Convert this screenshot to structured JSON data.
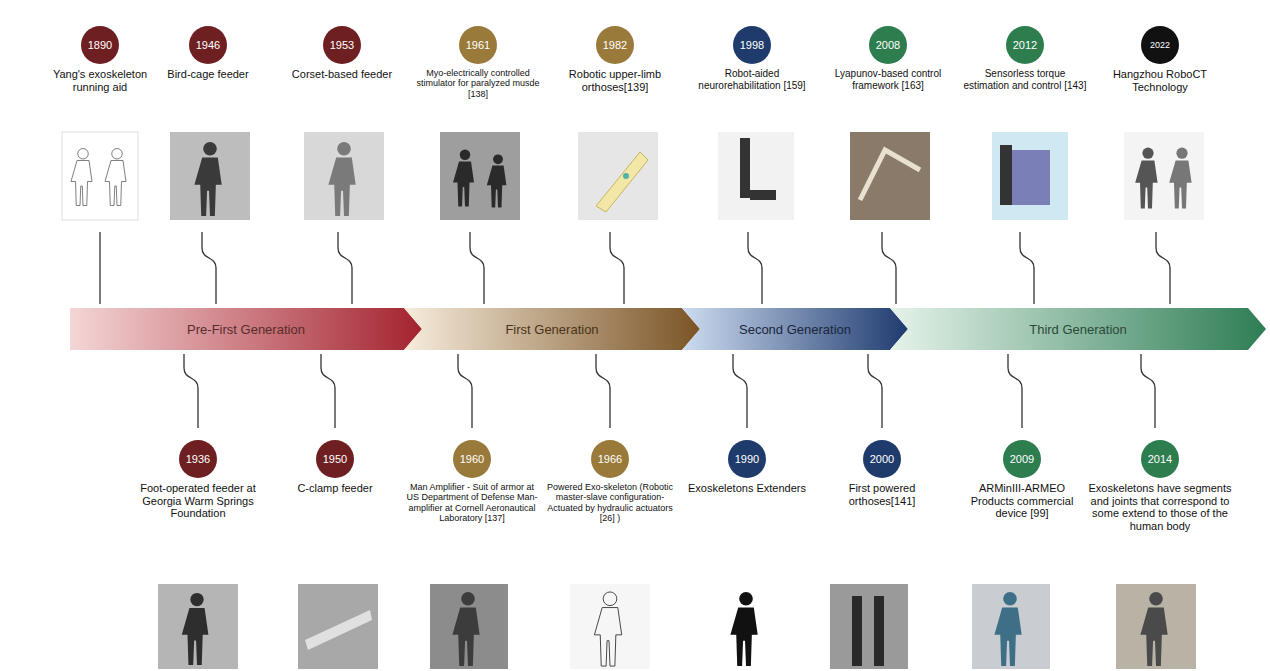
{
  "diagram": {
    "nodes": [
      {
        "text": [
          "1890",
          "Yang's exoskeleton running aid"
        ]
      },
      {
        "text": [
          "1946",
          "Bird-cage feeder"
        ]
      },
      {
        "text": [
          "1953",
          "Corset-based feeder"
        ]
      },
      {
        "text": [
          "1961",
          "Myo-electrically controlled stimulator for paralyzed musde [138]"
        ]
      },
      {
        "text": [
          "1982",
          "Robotic upper-limb orthoses[139]"
        ]
      },
      {
        "text": [
          "1998",
          "Robot-aided neurorehabilitation [159]"
        ]
      },
      {
        "text": [
          "2008",
          "Lyapunov-based control framework [163]"
        ]
      },
      {
        "text": [
          "2012",
          "Sensorless torque estimation and control [143]"
        ]
      },
      {
        "text": [
          "2022",
          "Hangzhou RoboCT Technology"
        ]
      },
      {
        "text": [
          "Pre-First Generation"
        ]
      },
      {
        "text": [
          "First Generation"
        ]
      },
      {
        "text": [
          "Second Generation"
        ]
      },
      {
        "text": [
          "Third Generation"
        ]
      },
      {
        "text": [
          "1936",
          "Foot-operated feeder at Georgia Warm Springs Foundation"
        ]
      },
      {
        "text": [
          "1950",
          "C-clamp feeder"
        ]
      },
      {
        "text": [
          "1960",
          "Man Amplifier - Suit of armor at US Department of Defense Man-amplifier at Cornell Aeronautical Laboratory [137]"
        ]
      },
      {
        "text": [
          "1966",
          "Powered Exo-skeleton (Robotic master-slave configuration- Actuated by hydraulic actuators [26] )"
        ]
      },
      {
        "text": [
          "1990",
          "Exoskeletons Extenders"
        ]
      },
      {
        "text": [
          "2000",
          "First powered orthoses[141]"
        ]
      },
      {
        "text": [
          "2009",
          "ARMinIII-ARMEO Products commercial device [99]"
        ]
      },
      {
        "text": [
          "2014",
          "Exoskeletons have segments and joints that correspond to some extend to those of the human body"
        ]
      }
    ]
  }
}
